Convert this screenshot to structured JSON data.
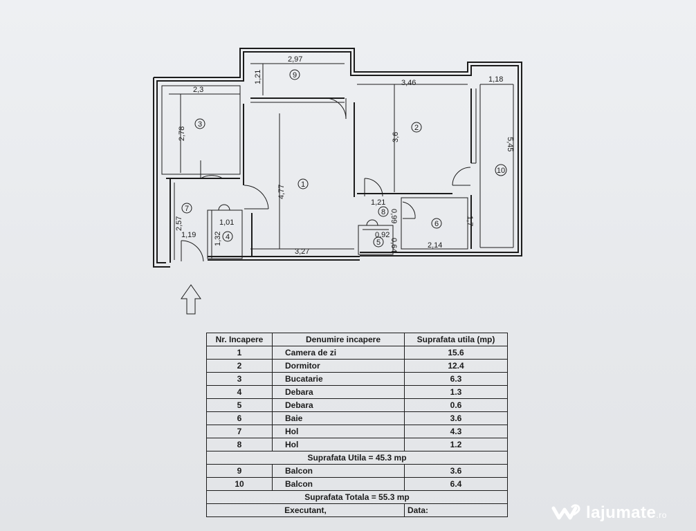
{
  "plan": {
    "dimensions": {
      "kitchen_width": "2,3",
      "kitchen_depth": "2,78",
      "balcony9_width": "2,97",
      "balcony9_depth": "1,21",
      "bedroom_width": "3,46",
      "bedroom_depth": "3,6",
      "balcony10_width": "1,18",
      "balcony10_length": "5,45",
      "living_depth": "4,77",
      "living_width": "3,27",
      "hall_depth": "2,57",
      "hall_width": "1,19",
      "storage4_width": "1,01",
      "storage4_depth": "1,32",
      "hall8_width": "1,21",
      "hall8_depth": "0,99",
      "storage5_width": "0,92",
      "storage5_depth": "0,64",
      "bath_width": "2,14",
      "bath_depth": "1,7"
    },
    "room_numbers": [
      "1",
      "2",
      "3",
      "4",
      "5",
      "6",
      "7",
      "8",
      "9",
      "10"
    ],
    "entrance_arrow": "entrance-arrow-icon"
  },
  "table": {
    "headers": [
      "Nr. Incapere",
      "Denumire incapere",
      "Suprafata utila (mp)"
    ],
    "rows_main": [
      {
        "nr": "1",
        "name": "Camera de zi",
        "area": "15.6"
      },
      {
        "nr": "2",
        "name": "Dormitor",
        "area": "12.4"
      },
      {
        "nr": "3",
        "name": "Bucatarie",
        "area": "6.3"
      },
      {
        "nr": "4",
        "name": "Debara",
        "area": "1.3"
      },
      {
        "nr": "5",
        "name": "Debara",
        "area": "0.6"
      },
      {
        "nr": "6",
        "name": "Baie",
        "area": "3.6"
      },
      {
        "nr": "7",
        "name": "Hol",
        "area": "4.3"
      },
      {
        "nr": "8",
        "name": "Hol",
        "area": "1.2"
      }
    ],
    "summary_utila": "Suprafata Utila = 45.3 mp",
    "rows_balcony": [
      {
        "nr": "9",
        "name": "Balcon",
        "area": "3.6"
      },
      {
        "nr": "10",
        "name": "Balcon",
        "area": "6.4"
      }
    ],
    "summary_totala": "Suprafata Totala = 55.3 mp",
    "executant_label": "Executant,",
    "data_label": "Data:"
  },
  "watermark": {
    "brand": "lajumate",
    "tld": ".ro",
    "logo_icon": "lajumate-logo-icon"
  }
}
